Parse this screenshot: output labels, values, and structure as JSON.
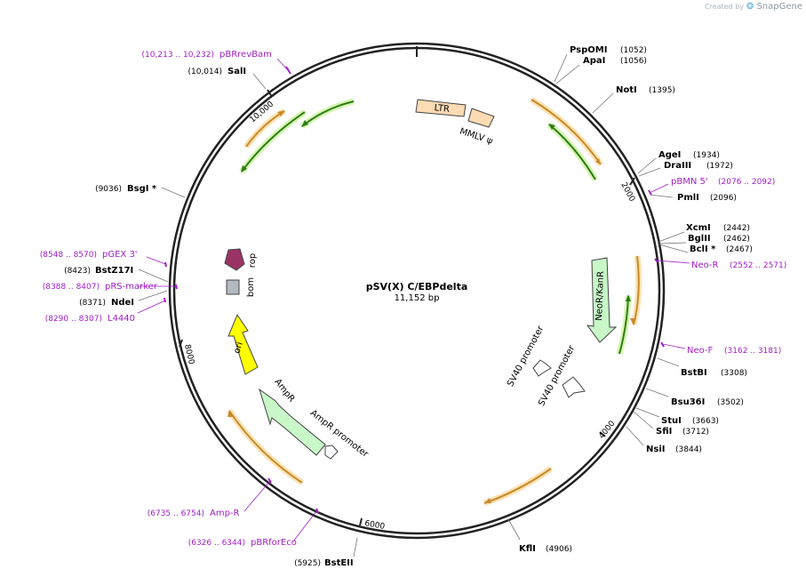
{
  "credit": {
    "prefix": "Created by",
    "brand": "SnapGene"
  },
  "plasmid": {
    "name": "pSV(X) C/EBPdelta",
    "size_label": "11,152 bp",
    "length": 11152
  },
  "ticks": [
    {
      "pos": 2000,
      "label": "2000"
    },
    {
      "pos": 4000,
      "label": "4000"
    },
    {
      "pos": 6000,
      "label": "6000"
    },
    {
      "pos": 8000,
      "label": "8000"
    },
    {
      "pos": 10000,
      "label": "10,000"
    }
  ],
  "sites": [
    {
      "name": "PspOMI",
      "pos_text": "(1052)",
      "pos": 1052,
      "side": "right"
    },
    {
      "name": "ApaI",
      "pos_text": "(1056)",
      "pos": 1056,
      "side": "right"
    },
    {
      "name": "NotI",
      "pos_text": "(1395)",
      "pos": 1395,
      "side": "right"
    },
    {
      "name": "AgeI",
      "pos_text": "(1934)",
      "pos": 1934,
      "side": "right"
    },
    {
      "name": "DraIII",
      "pos_text": "(1972)",
      "pos": 1972,
      "side": "right"
    },
    {
      "name": "PmlI",
      "pos_text": "(2096)",
      "pos": 2096,
      "side": "right"
    },
    {
      "name": "XcmI",
      "pos_text": "(2442)",
      "pos": 2442,
      "side": "right"
    },
    {
      "name": "BglII",
      "pos_text": "(2462)",
      "pos": 2462,
      "side": "right"
    },
    {
      "name": "BclI *",
      "pos_text": "(2467)",
      "pos": 2467,
      "side": "right"
    },
    {
      "name": "BstBI",
      "pos_text": "(3308)",
      "pos": 3308,
      "side": "right"
    },
    {
      "name": "Bsu36I",
      "pos_text": "(3502)",
      "pos": 3502,
      "side": "right"
    },
    {
      "name": "StuI",
      "pos_text": "(3663)",
      "pos": 3663,
      "side": "right"
    },
    {
      "name": "SfiI",
      "pos_text": "(3712)",
      "pos": 3712,
      "side": "right"
    },
    {
      "name": "NsiI",
      "pos_text": "(3844)",
      "pos": 3844,
      "side": "right"
    },
    {
      "name": "KflI",
      "pos_text": "(4906)",
      "pos": 4906,
      "side": "right"
    },
    {
      "name": "BstEII",
      "pos_text": "(5925)",
      "pos": 5925,
      "side": "left"
    },
    {
      "name": "NdeI",
      "pos_text": "(8371)",
      "pos": 8371,
      "side": "left"
    },
    {
      "name": "BstZ17I",
      "pos_text": "(8423)",
      "pos": 8423,
      "side": "left"
    },
    {
      "name": "BsgI *",
      "pos_text": "(9036)",
      "pos": 9036,
      "side": "left"
    },
    {
      "name": "SalI",
      "pos_text": "(10,014)",
      "pos": 10014,
      "side": "left"
    }
  ],
  "primers": [
    {
      "name": "pBMN 5'",
      "pos_text": "(2076 .. 2092)",
      "pos": 2084,
      "side": "right"
    },
    {
      "name": "Neo-R",
      "pos_text": "(2552 .. 2571)",
      "pos": 2561,
      "side": "right"
    },
    {
      "name": "Neo-F",
      "pos_text": "(3162 .. 3181)",
      "pos": 3171,
      "side": "right"
    },
    {
      "name": "Amp-R",
      "pos_text": "(6735 .. 6754)",
      "pos": 6744,
      "side": "left"
    },
    {
      "name": "pBRforEco",
      "pos_text": "(6326 .. 6344)",
      "pos": 6335,
      "side": "left"
    },
    {
      "name": "L4440",
      "pos_text": "(8290 .. 8307)",
      "pos": 8298,
      "side": "left"
    },
    {
      "name": "pRS-marker",
      "pos_text": "(8388 .. 8407)",
      "pos": 8397,
      "side": "left"
    },
    {
      "name": "pGEX 3'",
      "pos_text": "(8548 .. 8570)",
      "pos": 8559,
      "side": "left"
    },
    {
      "name": "pBRrevBam",
      "pos_text": "(10,213 .. 10,232)",
      "pos": 10222,
      "side": "left"
    }
  ],
  "features": [
    {
      "name": "LTR",
      "color": "#fddbb4"
    },
    {
      "name": "MMLV ψ",
      "color": "#fddbb4"
    },
    {
      "name": "NeoR/KanR",
      "color": "#c8f7c8"
    },
    {
      "name": "SV40 promoter",
      "color": "#ffffff"
    },
    {
      "name": "SV40 promoter",
      "color": "#ffffff"
    },
    {
      "name": "AmpR promoter",
      "color": "#ffffff"
    },
    {
      "name": "AmpR",
      "color": "#c8f7c8"
    },
    {
      "name": "ori",
      "color": "#ffff00"
    },
    {
      "name": "bom",
      "color": "#b4b9c0"
    },
    {
      "name": "rop",
      "color": "#993366"
    }
  ],
  "colors": {
    "orf_orange": "#c88a2a",
    "orf_green": "#2e7d1a",
    "primer": "#a020c8",
    "backbone": "#222222"
  }
}
